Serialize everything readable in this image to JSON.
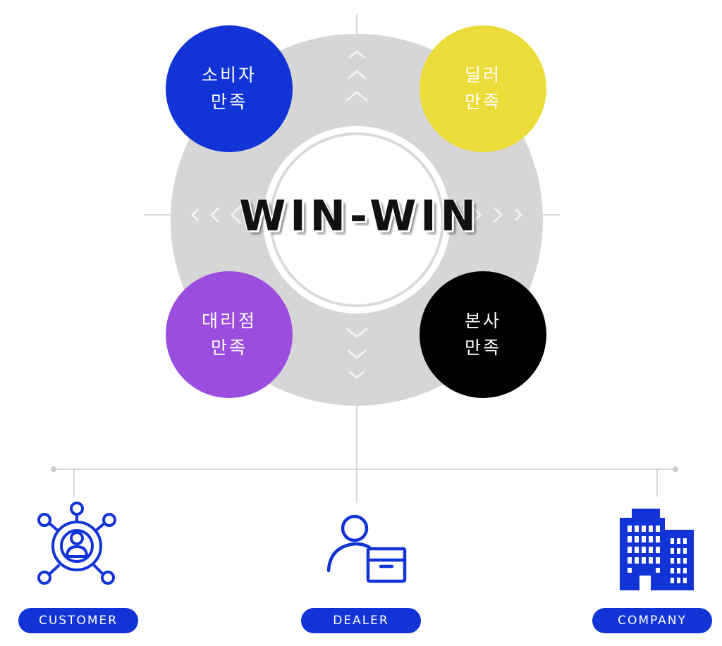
{
  "center": {
    "title": "WIN-WIN"
  },
  "quadrants": [
    {
      "id": "consumer",
      "line1": "소비자",
      "line2": "만족",
      "color": "#1234d6",
      "text_color": "#ffffff"
    },
    {
      "id": "dealer",
      "line1": "딜러",
      "line2": "만족",
      "color": "#ecdc3a",
      "text_color": "#ffffff"
    },
    {
      "id": "agency",
      "line1": "대리점",
      "line2": "만족",
      "color": "#9b4ddd",
      "text_color": "#ffffff"
    },
    {
      "id": "headquarters",
      "line1": "본사",
      "line2": "만족",
      "color": "#000000",
      "text_color": "#ffffff"
    }
  ],
  "stakeholders": [
    {
      "id": "customer",
      "label": "CUSTOMER",
      "icon": "customer-network-icon"
    },
    {
      "id": "dealer",
      "label": "DEALER",
      "icon": "dealer-box-icon"
    },
    {
      "id": "company",
      "label": "COMPANY",
      "icon": "company-building-icon"
    }
  ],
  "colors": {
    "accent": "#1234d6",
    "ring": "#d6d6d6",
    "line": "#cccccc"
  }
}
